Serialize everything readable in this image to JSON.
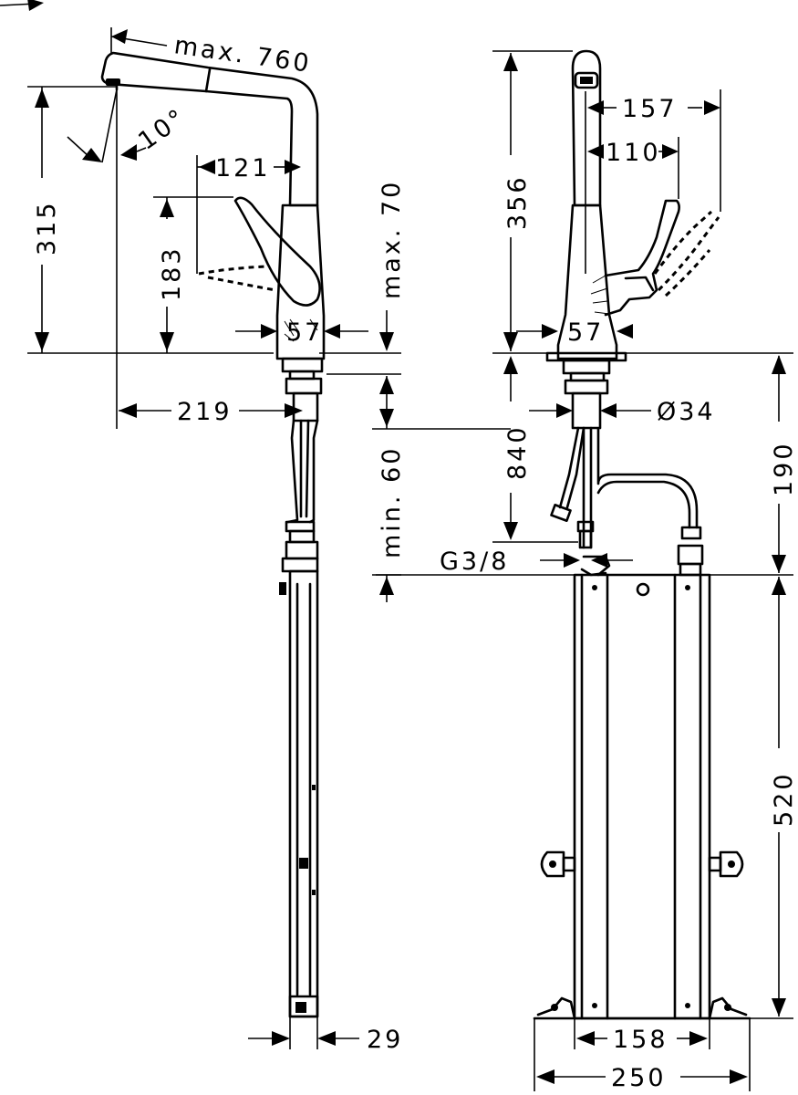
{
  "labels": {
    "spout_reach": "max. 760",
    "swivel_angle": "10°",
    "side_height": "315",
    "handle_reach_side": "121",
    "handle_height": "183",
    "side_base_diameter": "57",
    "handle_clearance": "max. 70",
    "shank_offset": "219",
    "deck_thickness": "min. 60",
    "front_height": "356",
    "handle_reach_front": "157",
    "handle_reach_front_inner": "110",
    "front_base_diameter": "57",
    "shank_diameter": "Ø34",
    "hose_length": "840",
    "connection_thread": "G3/8",
    "under_sink_height": "190",
    "box_height": "520",
    "hose_diameter": "29",
    "box_width": "158",
    "box_mount_width": "250"
  }
}
